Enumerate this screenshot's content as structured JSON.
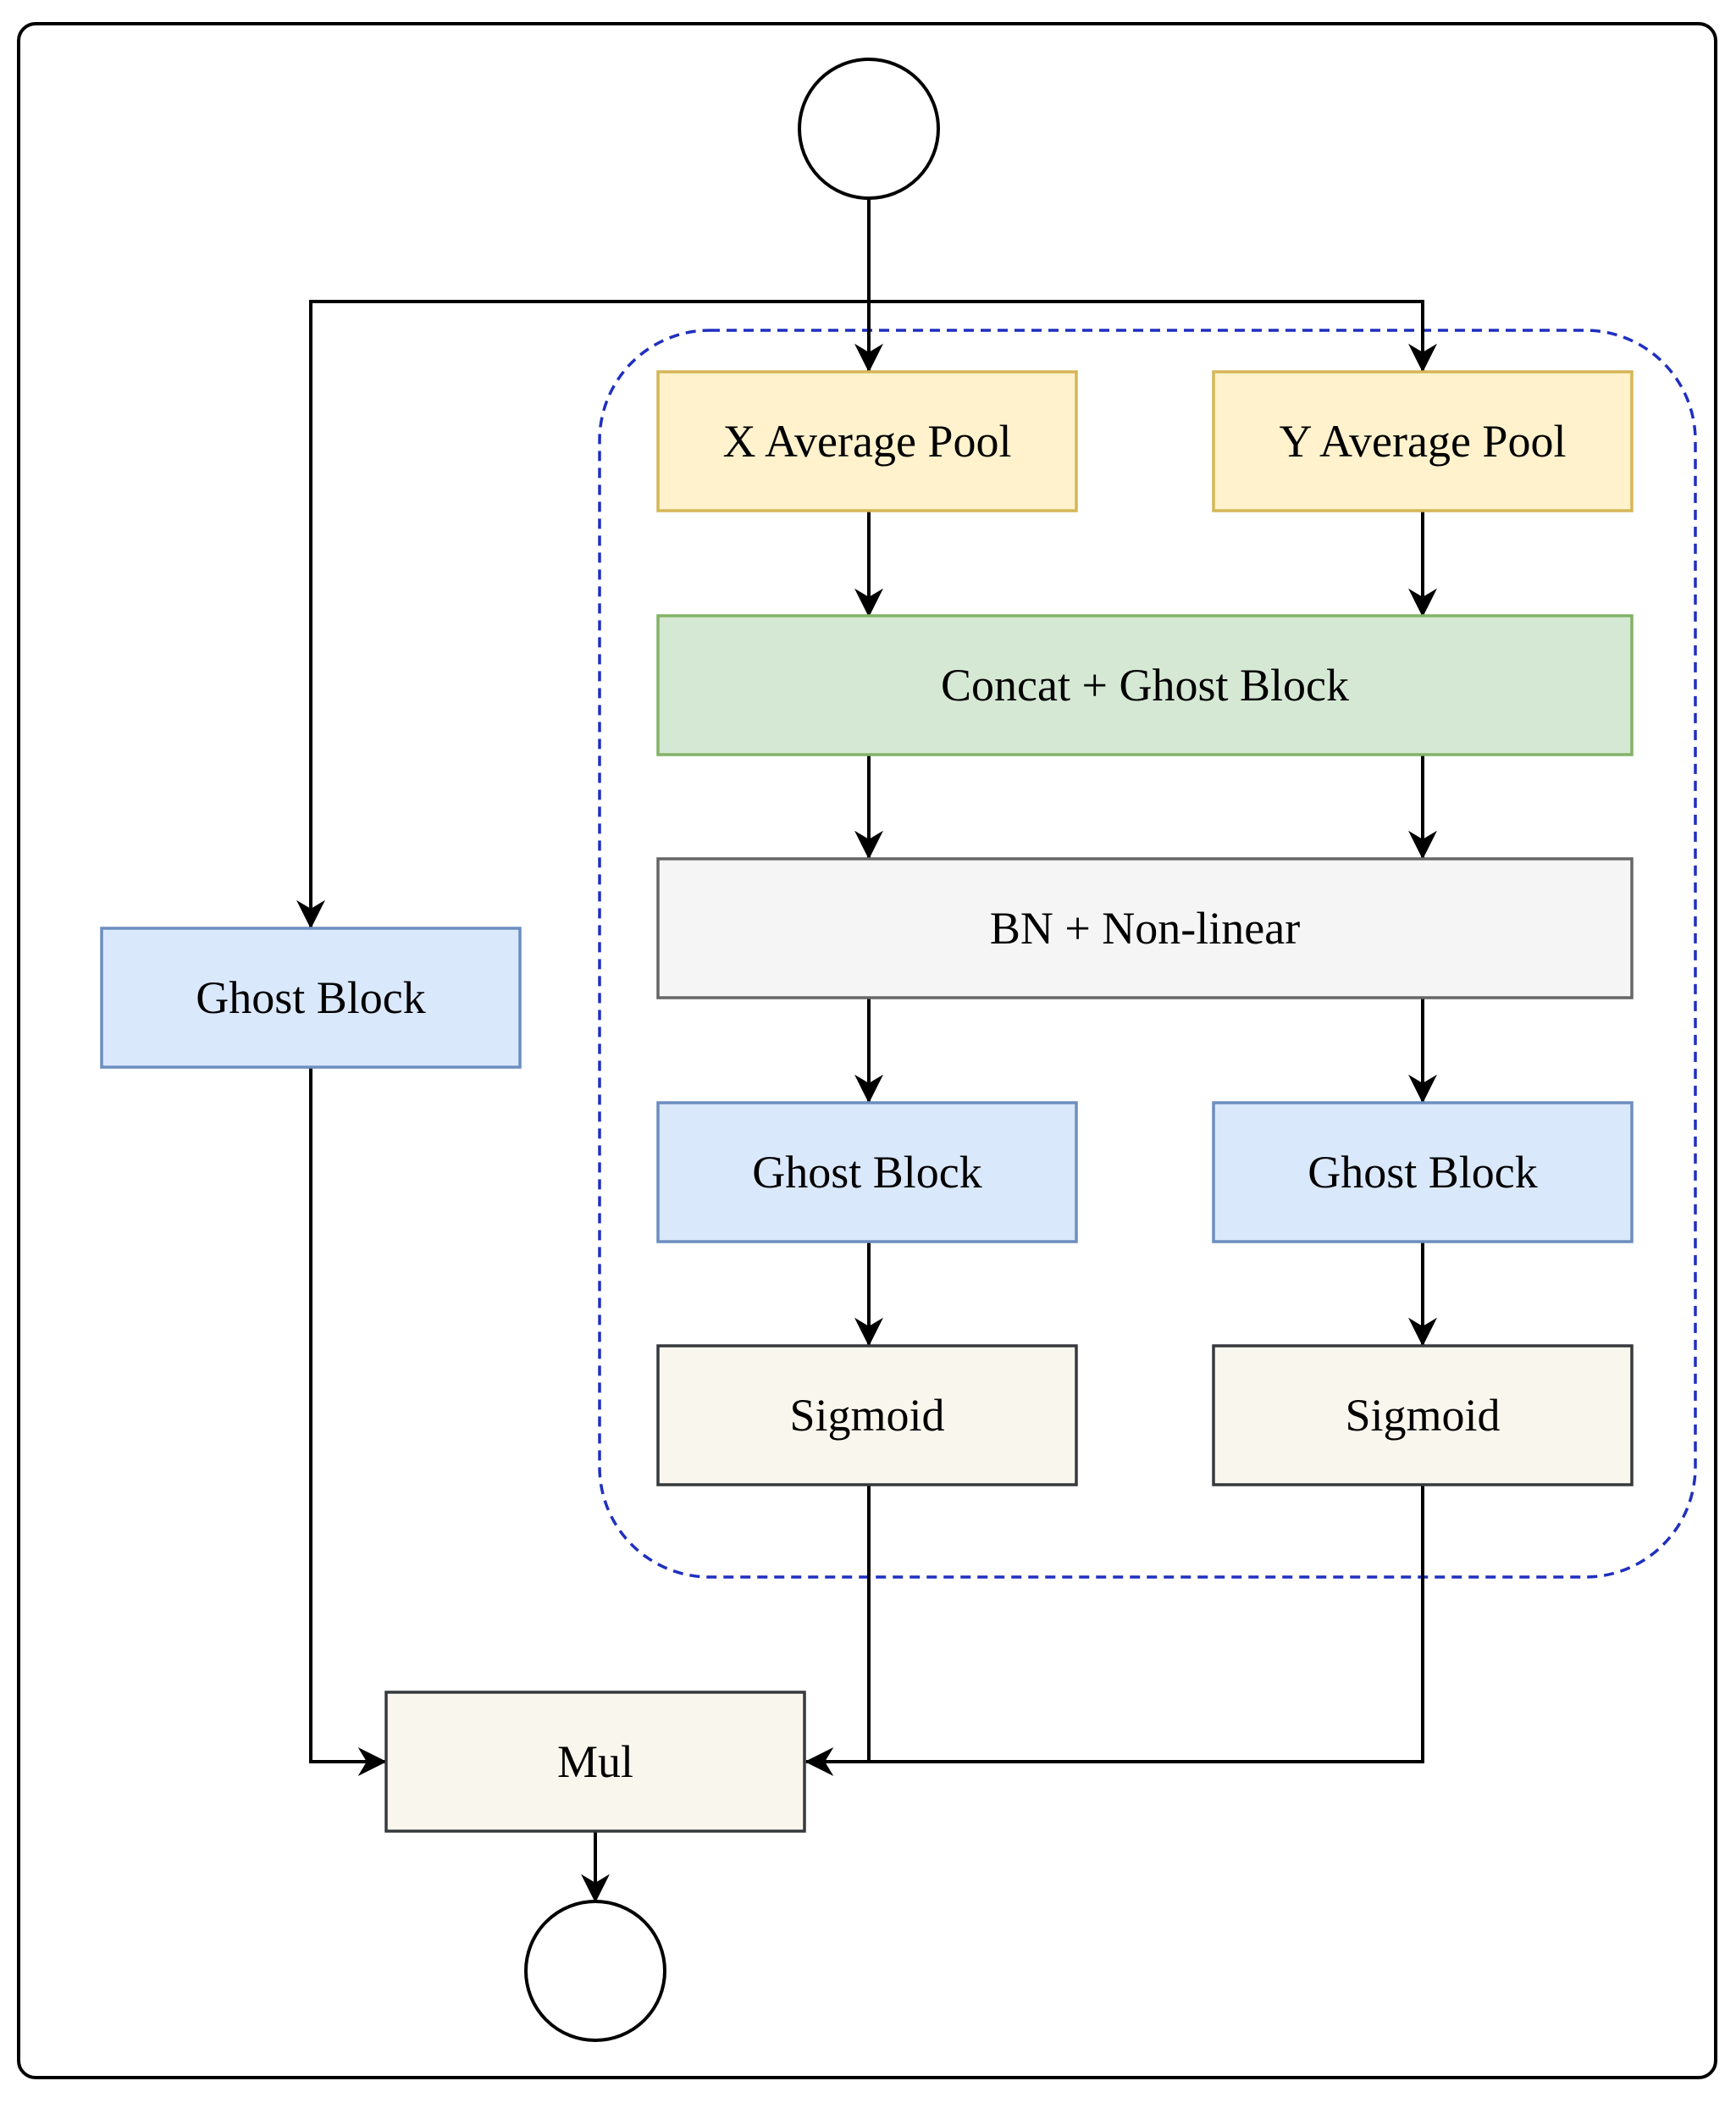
{
  "diagram": {
    "input_node": {
      "label": ""
    },
    "output_node": {
      "label": ""
    },
    "nodes": {
      "x_pool": {
        "label": "X Average Pool",
        "fill": "#fff2cc",
        "stroke": "#d6b656"
      },
      "y_pool": {
        "label": "Y Average Pool",
        "fill": "#fff2cc",
        "stroke": "#d6b656"
      },
      "concat": {
        "label": "Concat + Ghost Block",
        "fill": "#d5e8d4",
        "stroke": "#82b366"
      },
      "bn": {
        "label": "BN + Non-linear",
        "fill": "#f5f5f5",
        "stroke": "#666666"
      },
      "ghost_x": {
        "label": "Ghost Block",
        "fill": "#dae8fc",
        "stroke": "#6c8ebf"
      },
      "ghost_y": {
        "label": "Ghost Block",
        "fill": "#dae8fc",
        "stroke": "#6c8ebf"
      },
      "sigmoid_x": {
        "label": "Sigmoid",
        "fill": "#f9f7ed",
        "stroke": "#36393d"
      },
      "sigmoid_y": {
        "label": "Sigmoid",
        "fill": "#f9f7ed",
        "stroke": "#36393d"
      },
      "ghost_skip": {
        "label": "Ghost Block",
        "fill": "#dae8fc",
        "stroke": "#6c8ebf"
      },
      "mul": {
        "label": "Mul",
        "fill": "#f9f7ed",
        "stroke": "#36393d"
      }
    },
    "attention_group_border": "#1f2fbf"
  }
}
